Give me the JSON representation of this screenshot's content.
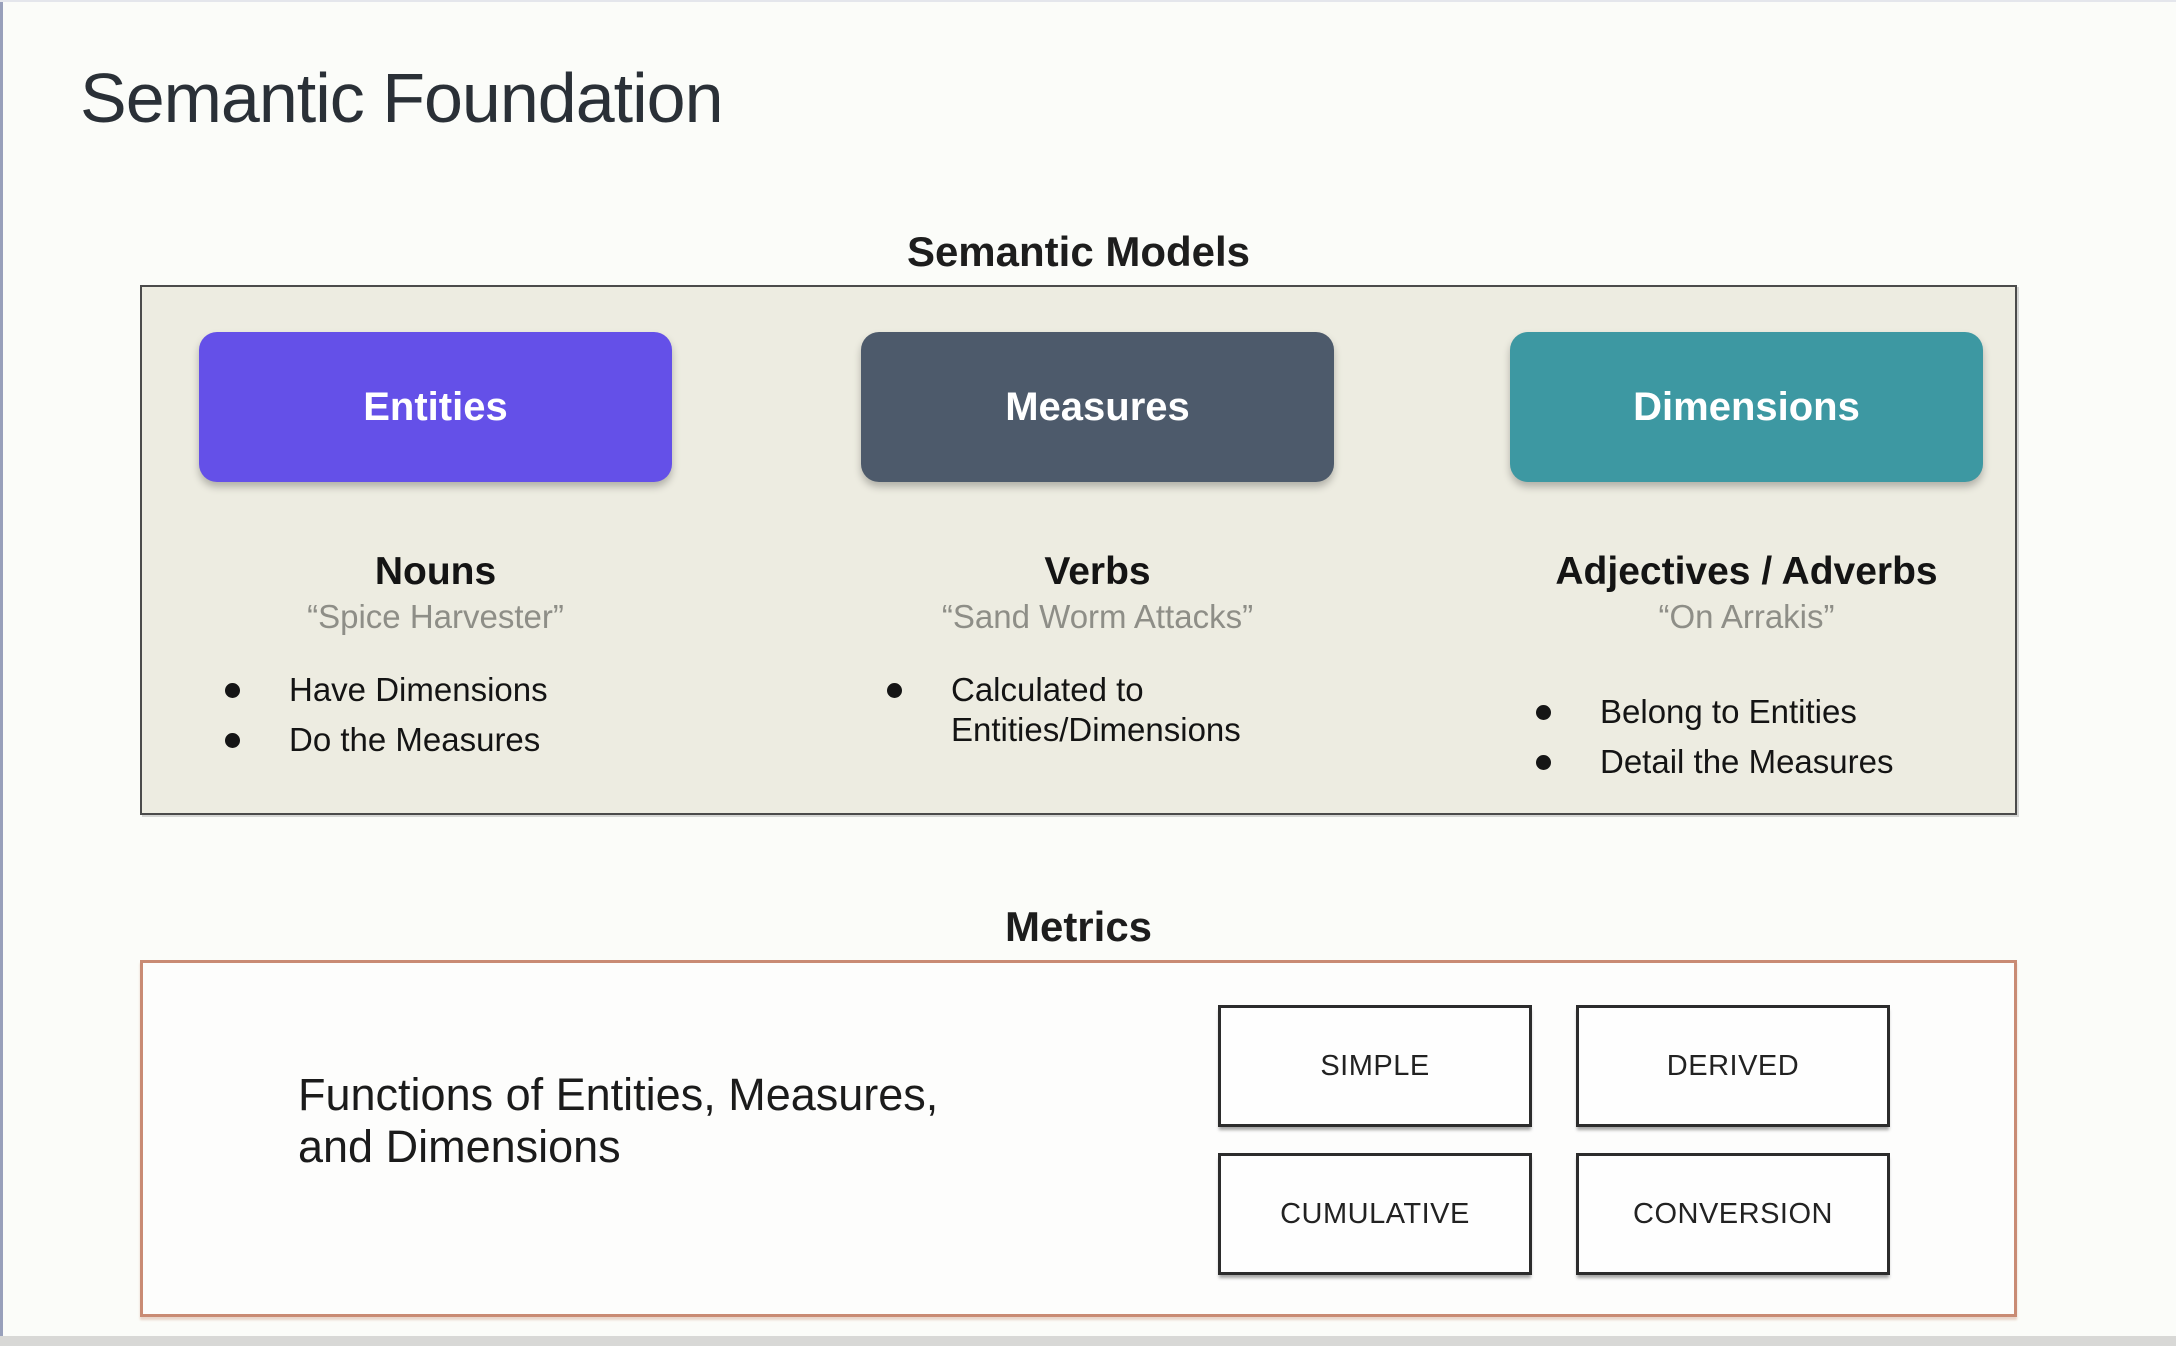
{
  "title": "Semantic Foundation",
  "semantic_models": {
    "label": "Semantic Models",
    "columns": [
      {
        "box_label": "Entities",
        "box_color": "#6450e8",
        "heading": "Nouns",
        "quote": "“Spice Harvester”",
        "bullets": [
          "Have Dimensions",
          "Do the Measures"
        ]
      },
      {
        "box_label": "Measures",
        "box_color": "#4d5a6b",
        "heading": "Verbs",
        "quote": "“Sand Worm Attacks”",
        "bullets": [
          "Calculated to Entities/Dimensions"
        ]
      },
      {
        "box_label": "Dimensions",
        "box_color": "#3d98a2",
        "heading": "Adjectives / Adverbs",
        "quote": "“On Arrakis”",
        "bullets": [
          "Belong to Entities",
          "Detail the Measures"
        ]
      }
    ]
  },
  "metrics": {
    "label": "Metrics",
    "description": [
      "Functions of Entities, Measures,",
      "and Dimensions"
    ],
    "types": [
      "SIMPLE",
      "DERIVED",
      "CUMULATIVE",
      "CONVERSION"
    ]
  },
  "colors": {
    "entities_purple": "#6450e8",
    "measures_slate": "#4d5a6b",
    "dimensions_teal": "#3d98a2",
    "models_panel_beige": "#edece1",
    "metrics_border_salmon": "#c98b74"
  }
}
